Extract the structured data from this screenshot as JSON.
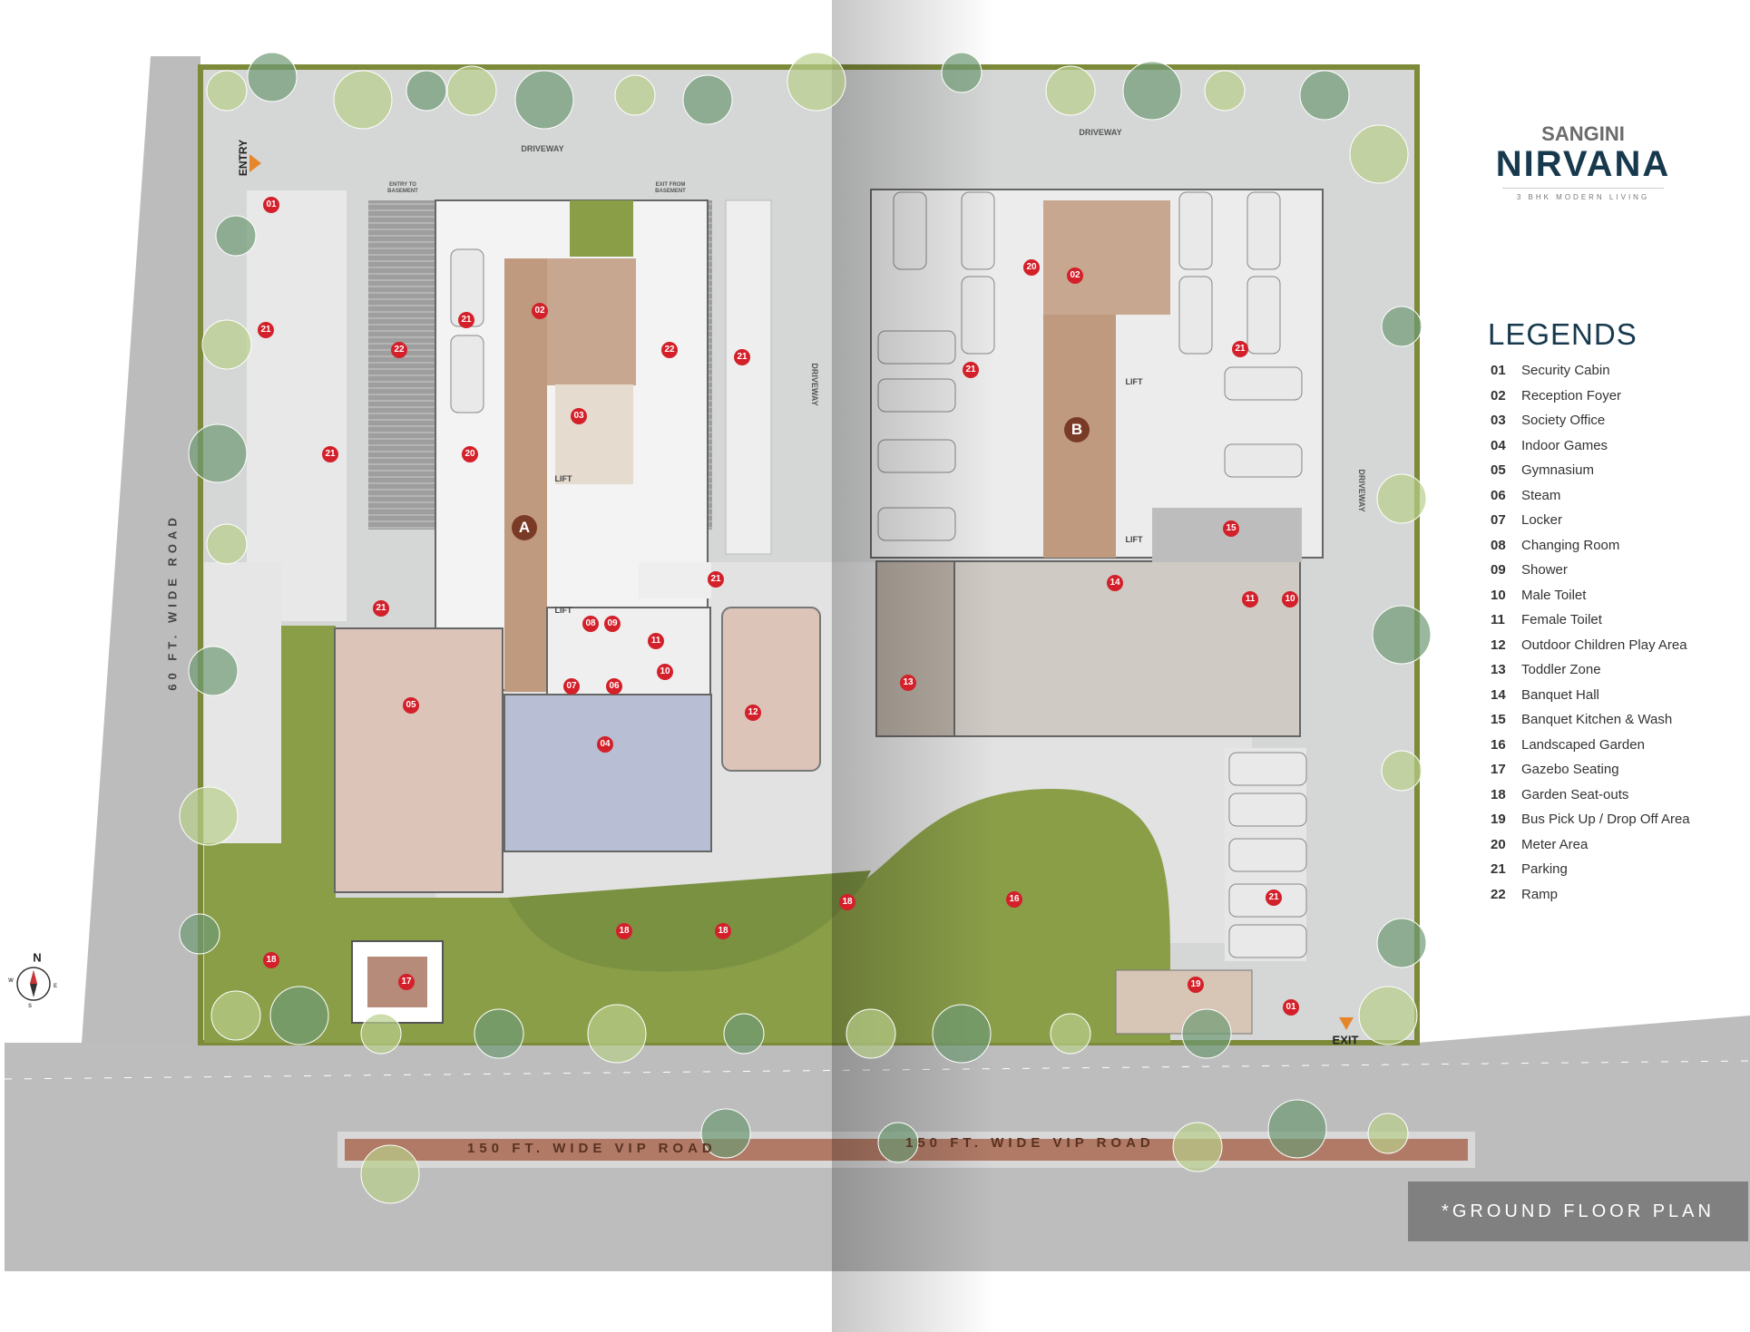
{
  "brand": {
    "top": "SANGINI",
    "name": "NIRVANA",
    "tagline": "3 BHK MODERN LIVING"
  },
  "legend": {
    "title": "LEGENDS",
    "items": [
      {
        "num": "01",
        "label": "Security Cabin"
      },
      {
        "num": "02",
        "label": "Reception Foyer"
      },
      {
        "num": "03",
        "label": "Society Office"
      },
      {
        "num": "04",
        "label": "Indoor Games"
      },
      {
        "num": "05",
        "label": "Gymnasium"
      },
      {
        "num": "06",
        "label": "Steam"
      },
      {
        "num": "07",
        "label": "Locker"
      },
      {
        "num": "08",
        "label": "Changing Room"
      },
      {
        "num": "09",
        "label": "Shower"
      },
      {
        "num": "10",
        "label": "Male Toilet"
      },
      {
        "num": "11",
        "label": "Female Toilet"
      },
      {
        "num": "12",
        "label": "Outdoor Children Play Area"
      },
      {
        "num": "13",
        "label": "Toddler Zone"
      },
      {
        "num": "14",
        "label": "Banquet Hall"
      },
      {
        "num": "15",
        "label": "Banquet Kitchen & Wash"
      },
      {
        "num": "16",
        "label": "Landscaped Garden"
      },
      {
        "num": "17",
        "label": "Gazebo Seating"
      },
      {
        "num": "18",
        "label": "Garden Seat-outs"
      },
      {
        "num": "19",
        "label": "Bus Pick Up / Drop Off Area"
      },
      {
        "num": "20",
        "label": "Meter Area"
      },
      {
        "num": "21",
        "label": "Parking"
      },
      {
        "num": "22",
        "label": "Ramp"
      }
    ]
  },
  "plan_title": "*GROUND FLOOR PLAN",
  "labels": {
    "entry": "ENTRY",
    "exit": "EXIT",
    "driveway": "DRIVEWAY",
    "entry_basement": "ENTRY TO BASEMENT",
    "exit_basement": "EXIT FROM BASEMENT",
    "road_side": "60 FT. WIDE ROAD",
    "road_main": "150 FT. WIDE VIP ROAD",
    "tower_a": "A",
    "tower_b": "B",
    "lift": "LIFT",
    "compass_n": "N",
    "compass_s": "S",
    "compass_e": "E",
    "compass_w": "W"
  },
  "markers": [
    "01",
    "21",
    "21",
    "22",
    "21",
    "20",
    "02",
    "03",
    "22",
    "21",
    "21",
    "21",
    "08",
    "09",
    "11",
    "10",
    "07",
    "06",
    "05",
    "04",
    "12",
    "13",
    "14",
    "15",
    "11",
    "10",
    "20",
    "02",
    "21",
    "21",
    "18",
    "16",
    "18",
    "18",
    "18",
    "17",
    "19",
    "01",
    "21"
  ],
  "colors": {
    "marker": "#d3202a",
    "brand": "#17394d",
    "garden": "#8a9e48",
    "road": "#bdbdbd"
  }
}
